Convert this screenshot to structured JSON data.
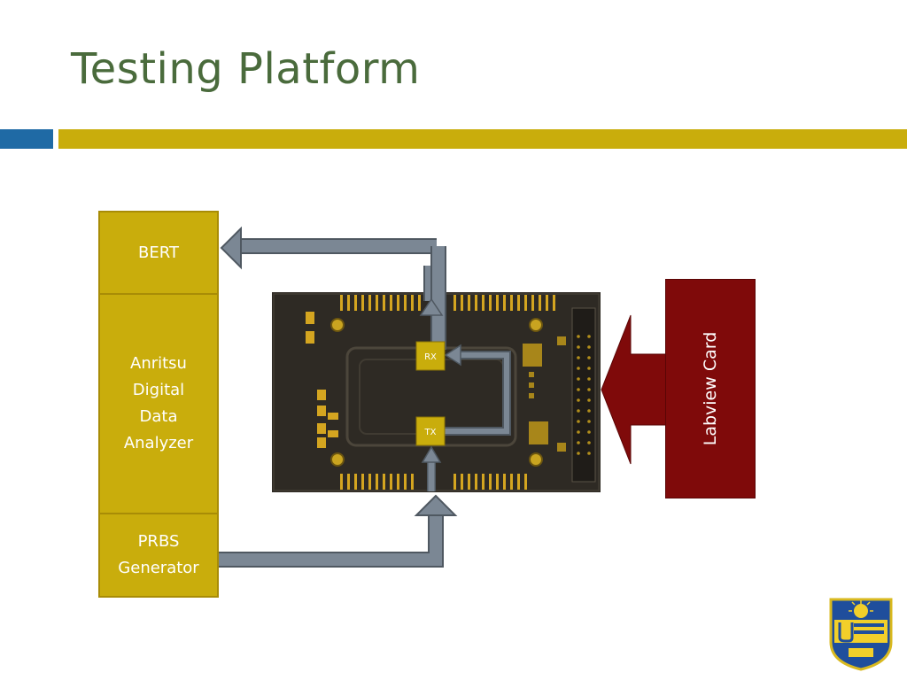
{
  "title": "Testing Platform",
  "blocks": {
    "bert": "BERT",
    "analyzer": [
      "Anritsu",
      "Digital",
      "Data",
      "Analyzer"
    ],
    "prbs": [
      "PRBS",
      "Generator"
    ]
  },
  "board": {
    "rx_label": "RX",
    "tx_label": "TX"
  },
  "labview_label": "Labview Card",
  "colors": {
    "title": "#4a6b3c",
    "accent_gold": "#c9ad0c",
    "accent_blue": "#1f6aa5",
    "labview": "#7f0a0a",
    "arrow": "#7b8794",
    "board": "#2e2a24"
  },
  "logo": "university-of-delaware-logo"
}
